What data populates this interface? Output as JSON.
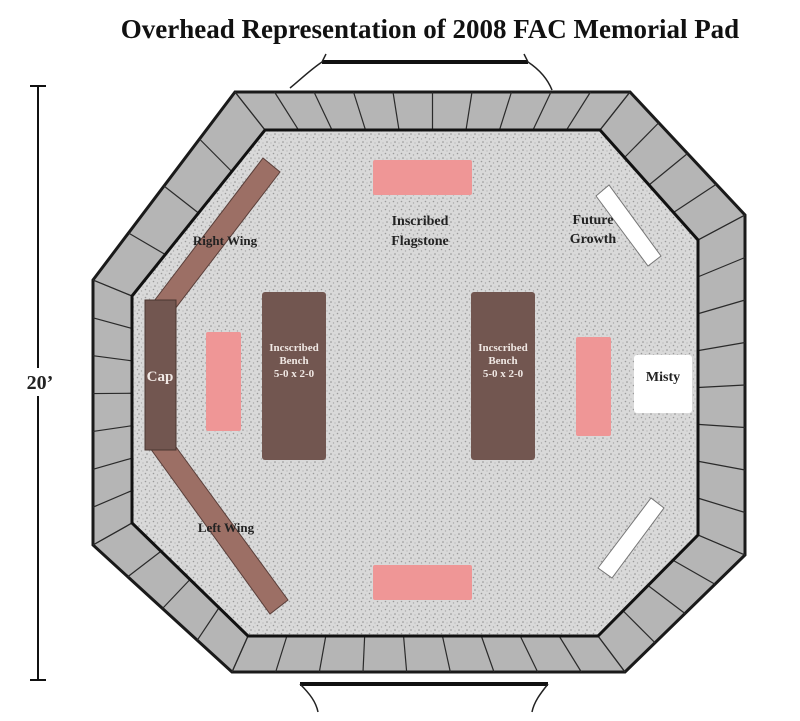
{
  "title": "Overhead Representation of 2008 FAC Memorial Pad",
  "dimension_label": "20’",
  "labels": {
    "right_wing": "Right Wing",
    "left_wing": "Left Wing",
    "cap": "Cap",
    "flagstone_line1": "Inscribed",
    "flagstone_line2": "Flagstone",
    "future_line1": "Future",
    "future_line2": "Growth",
    "misty": "Misty",
    "bench_left_line1": "Incscribed",
    "bench_left_line2": "Bench",
    "bench_left_line3": "5-0 x 2-0",
    "bench_right_line1": "Incscribed",
    "bench_right_line2": "Bench",
    "bench_right_line3": "5-0 x 2-0"
  },
  "colors": {
    "paver": "#b5b5b5",
    "paver_line": "#2a2a2a",
    "gravel": "#d6d6d6",
    "bench": "#725650",
    "wing": "#9c6f65",
    "flagstone": "#ef9696",
    "white_slab": "#ffffff"
  }
}
